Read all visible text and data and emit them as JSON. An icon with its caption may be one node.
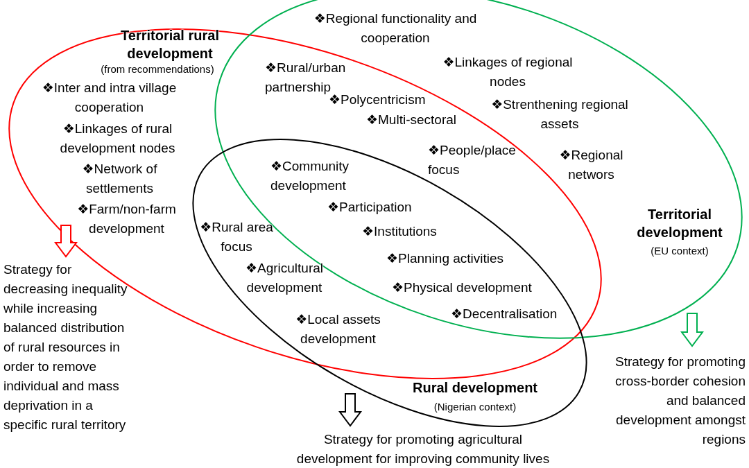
{
  "diagram": {
    "nodes": [
      {
        "text": [
          "Territorial rural development",
          "(from recommendations)"
        ]
      },
      {
        "text": [
          "Territorial development",
          "(EU context)"
        ]
      },
      {
        "text": [
          "Rural development",
          "(Nigerian context)"
        ]
      },
      {
        "text": [
          "Strategy for decreasing inequality while increasing balanced distribution of rural resources in order to remove individual and mass deprivation in a specific rural territory"
        ]
      },
      {
        "text": [
          "Strategy for promoting agricultural development for improving community lives"
        ]
      },
      {
        "text": [
          "Strategy for promoting cross-border cohesion and balanced development amongst regions"
        ]
      }
    ],
    "edges": [
      {
        "from": 0,
        "to": 3,
        "arrow": "to",
        "color": "#ff0000"
      },
      {
        "from": 2,
        "to": 4,
        "arrow": "to",
        "color": "#000000"
      },
      {
        "from": 1,
        "to": 5,
        "arrow": "to",
        "color": "#00b050"
      }
    ],
    "labels": [
      "❖Regional functionality and cooperation",
      "❖Rural/urban partnership",
      "❖Linkages of regional nodes",
      "❖Inter and intra village cooperation",
      "❖Polycentricism",
      "❖Strenthening regional assets",
      "❖Linkages of rural development nodes",
      "❖Multi-sectoral",
      "❖People/place focus",
      "❖Regional networs",
      "❖Community development",
      "❖Network of settlements",
      "❖Participation",
      "❖Farm/non-farm development",
      "❖Rural area focus",
      "❖Institutions",
      "❖Planning activities",
      "❖Agricultural development",
      "❖Physical development",
      "❖Decentralisation",
      "❖Local assets development"
    ]
  }
}
